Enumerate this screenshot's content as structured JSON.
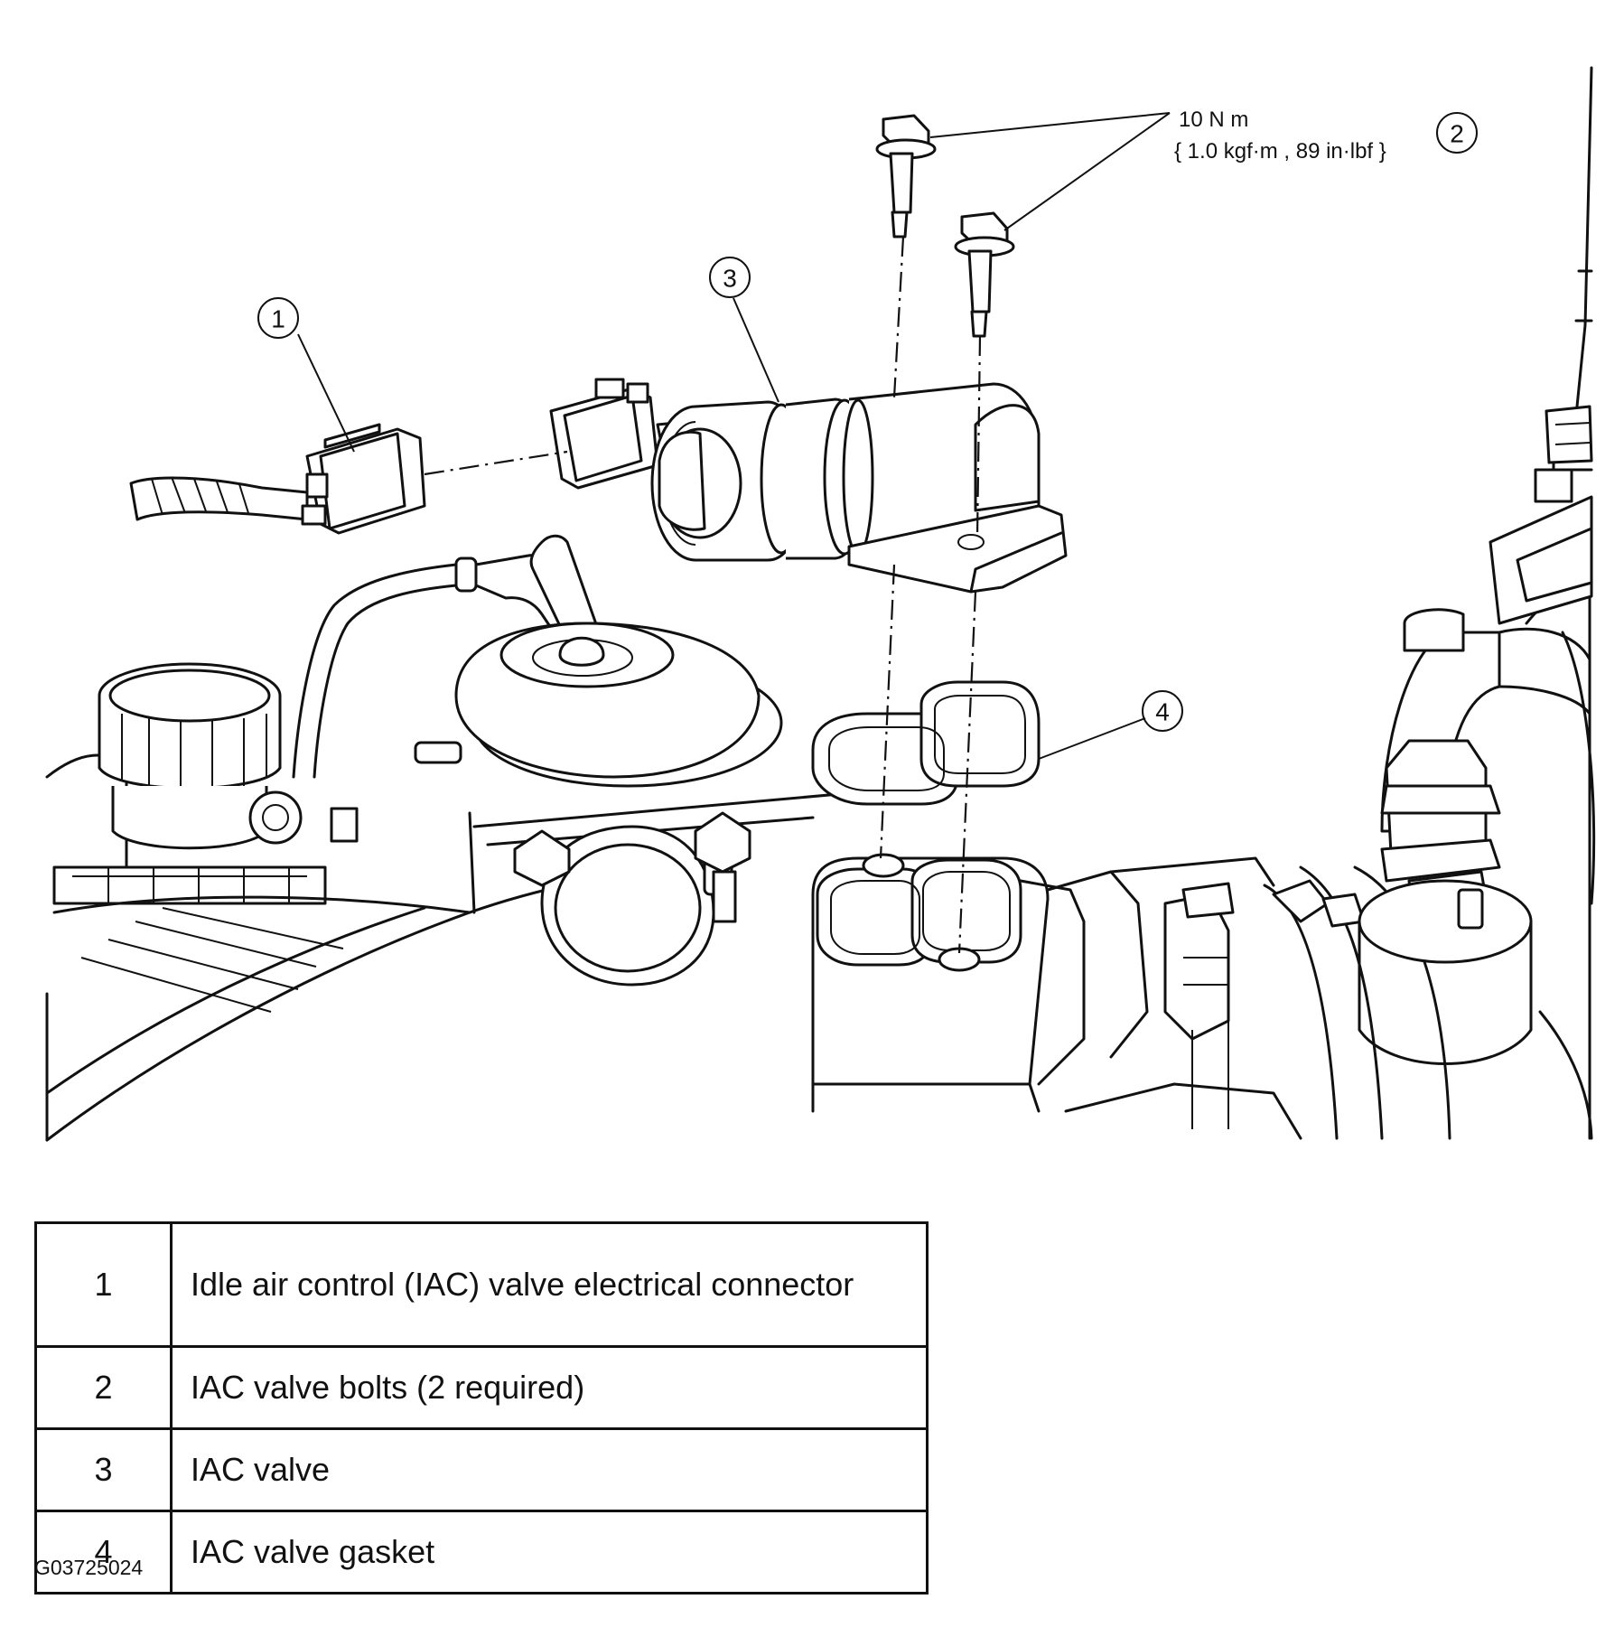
{
  "diagram": {
    "torque_spec": {
      "line1": "10 N m",
      "line2": "{ 1.0 kgf·m , 89 in·lbf }"
    },
    "callouts": [
      "1",
      "2",
      "3",
      "4"
    ]
  },
  "legend": [
    {
      "num": "1",
      "desc": "Idle air control (IAC) valve electrical connector"
    },
    {
      "num": "2",
      "desc": "IAC valve bolts (2 required)"
    },
    {
      "num": "3",
      "desc": "IAC valve"
    },
    {
      "num": "4",
      "desc": "IAC valve gasket"
    }
  ],
  "figure_code": "G03725024"
}
